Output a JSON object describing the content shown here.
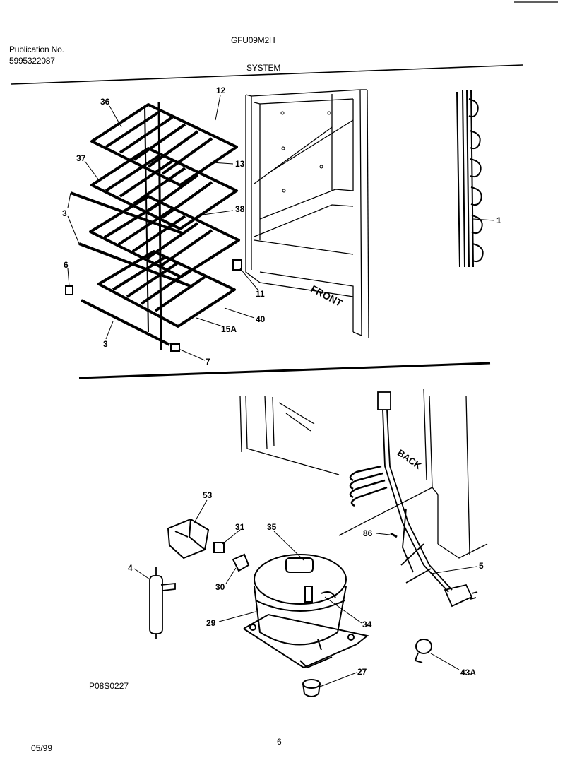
{
  "header": {
    "publication_label": "Publication No.",
    "publication_number": "5995322087",
    "model": "GFU09M2H",
    "section": "SYSTEM"
  },
  "labels": {
    "front": "FRONT",
    "back": "BACK"
  },
  "callouts": {
    "c12": "12",
    "c36": "36",
    "c37": "37",
    "c13": "13",
    "c38": "38",
    "c3a": "3",
    "c1": "1",
    "c6": "6",
    "c11": "11",
    "c40": "40",
    "c15a": "15A",
    "c3b": "3",
    "c7": "7",
    "c53": "53",
    "c31": "31",
    "c35": "35",
    "c86": "86",
    "c4": "4",
    "c30": "30",
    "c5": "5",
    "c29": "29",
    "c34": "34",
    "c27": "27",
    "c43a": "43A"
  },
  "footer": {
    "figure_code": "P08S0227",
    "date": "05/99",
    "page": "6"
  }
}
